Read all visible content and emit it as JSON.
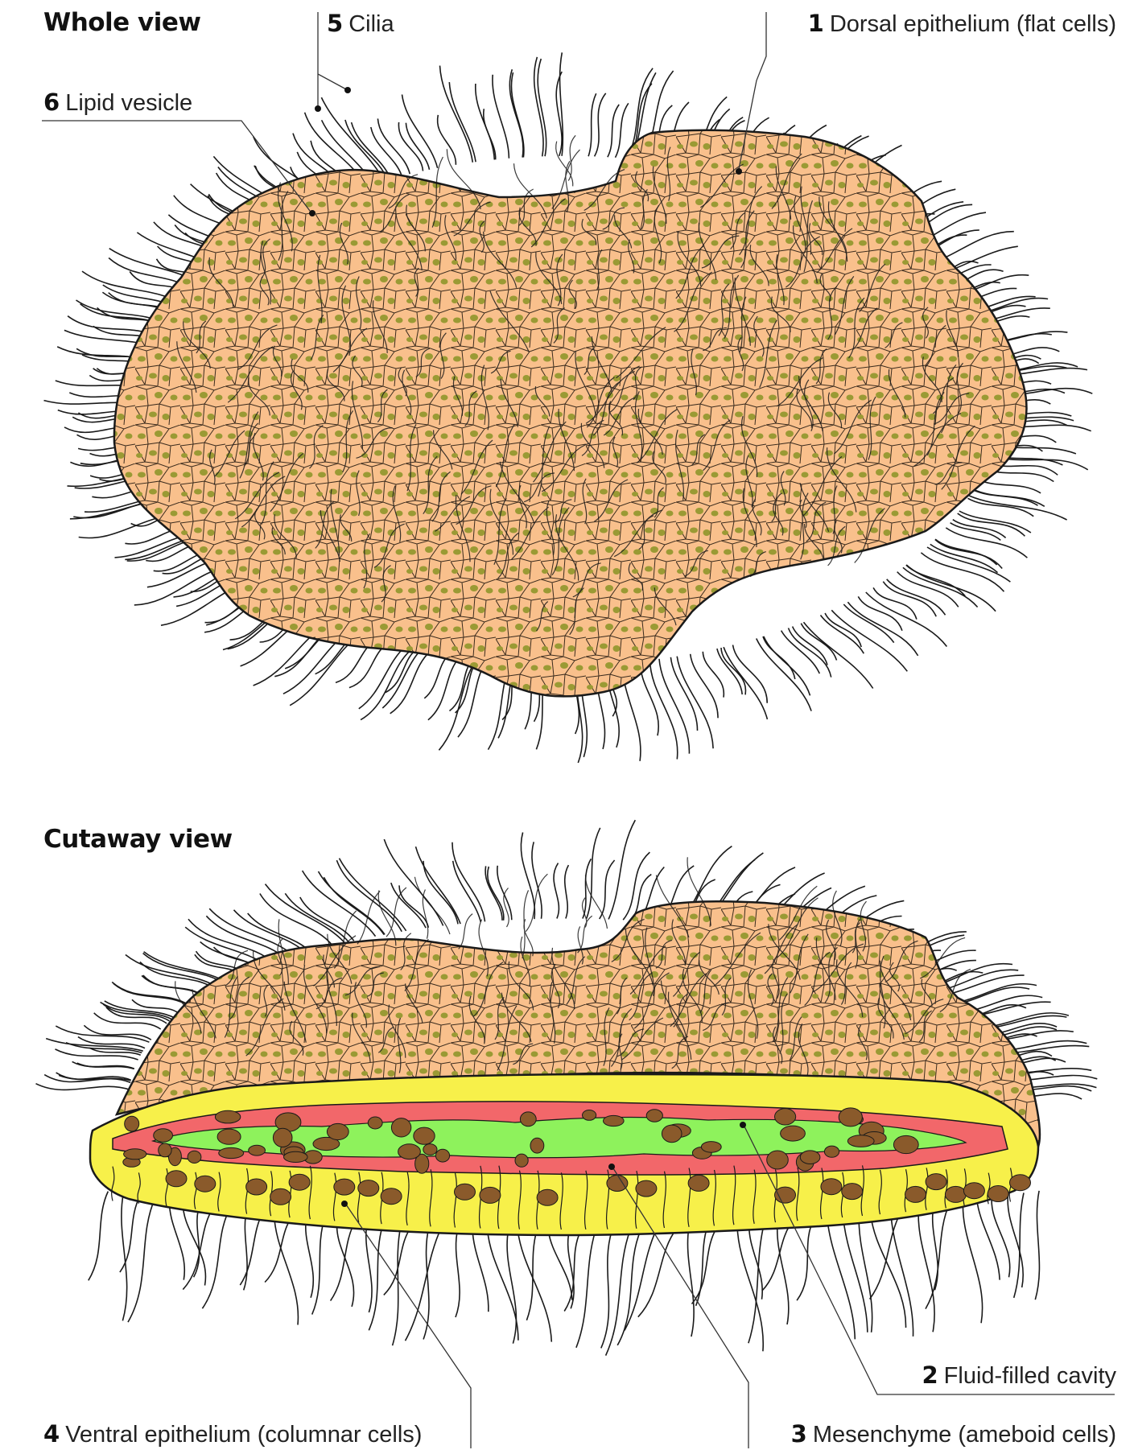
{
  "headings": {
    "whole_view": "Whole view",
    "cutaway_view": "Cutaway view"
  },
  "labels": [
    {
      "number": "1",
      "text": "Dorsal epithelium (flat cells)"
    },
    {
      "number": "2",
      "text": "Fluid-filled cavity"
    },
    {
      "number": "3",
      "text": "Mesenchyme (ameboid cells)"
    },
    {
      "number": "4",
      "text": "Ventral epithelium (columnar cells)"
    },
    {
      "number": "5",
      "text": "Cilia"
    },
    {
      "number": "6",
      "text": "Lipid vesicle"
    }
  ],
  "colors": {
    "dorsal_body": "#f9c08c",
    "cell_nucleus": "#9a9a34",
    "ventral_epithelium": "#f7f04a",
    "mesenchyme": "#f2676a",
    "fluid_cavity": "#8ef25c",
    "ameboid_nucleus": "#8a5a2b",
    "outline": "#1a1a1a"
  }
}
